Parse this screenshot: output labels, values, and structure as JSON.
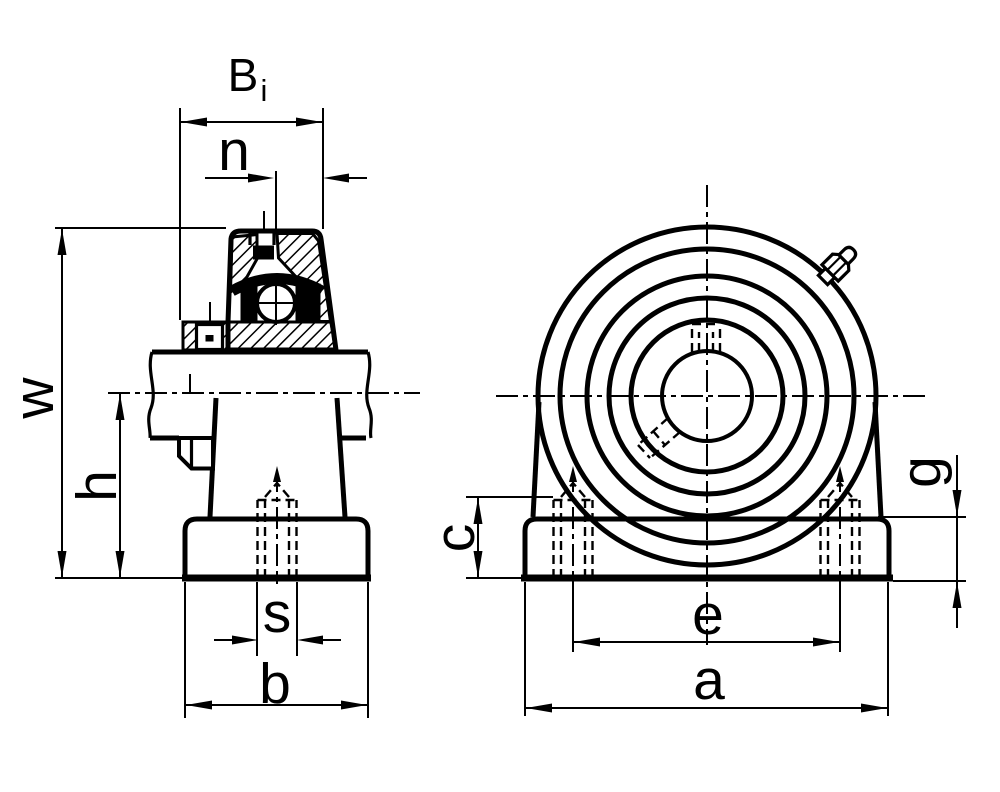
{
  "drawing": {
    "background": "#ffffff",
    "line_color": "#000000",
    "side_view": {
      "labels": {
        "bi_main": "B",
        "bi_sub": "i",
        "n": "n",
        "w": "w",
        "h": "h",
        "s": "s",
        "b": "b"
      }
    },
    "front_view": {
      "labels": {
        "c": "c",
        "e": "e",
        "a": "a",
        "g": "g"
      }
    }
  }
}
